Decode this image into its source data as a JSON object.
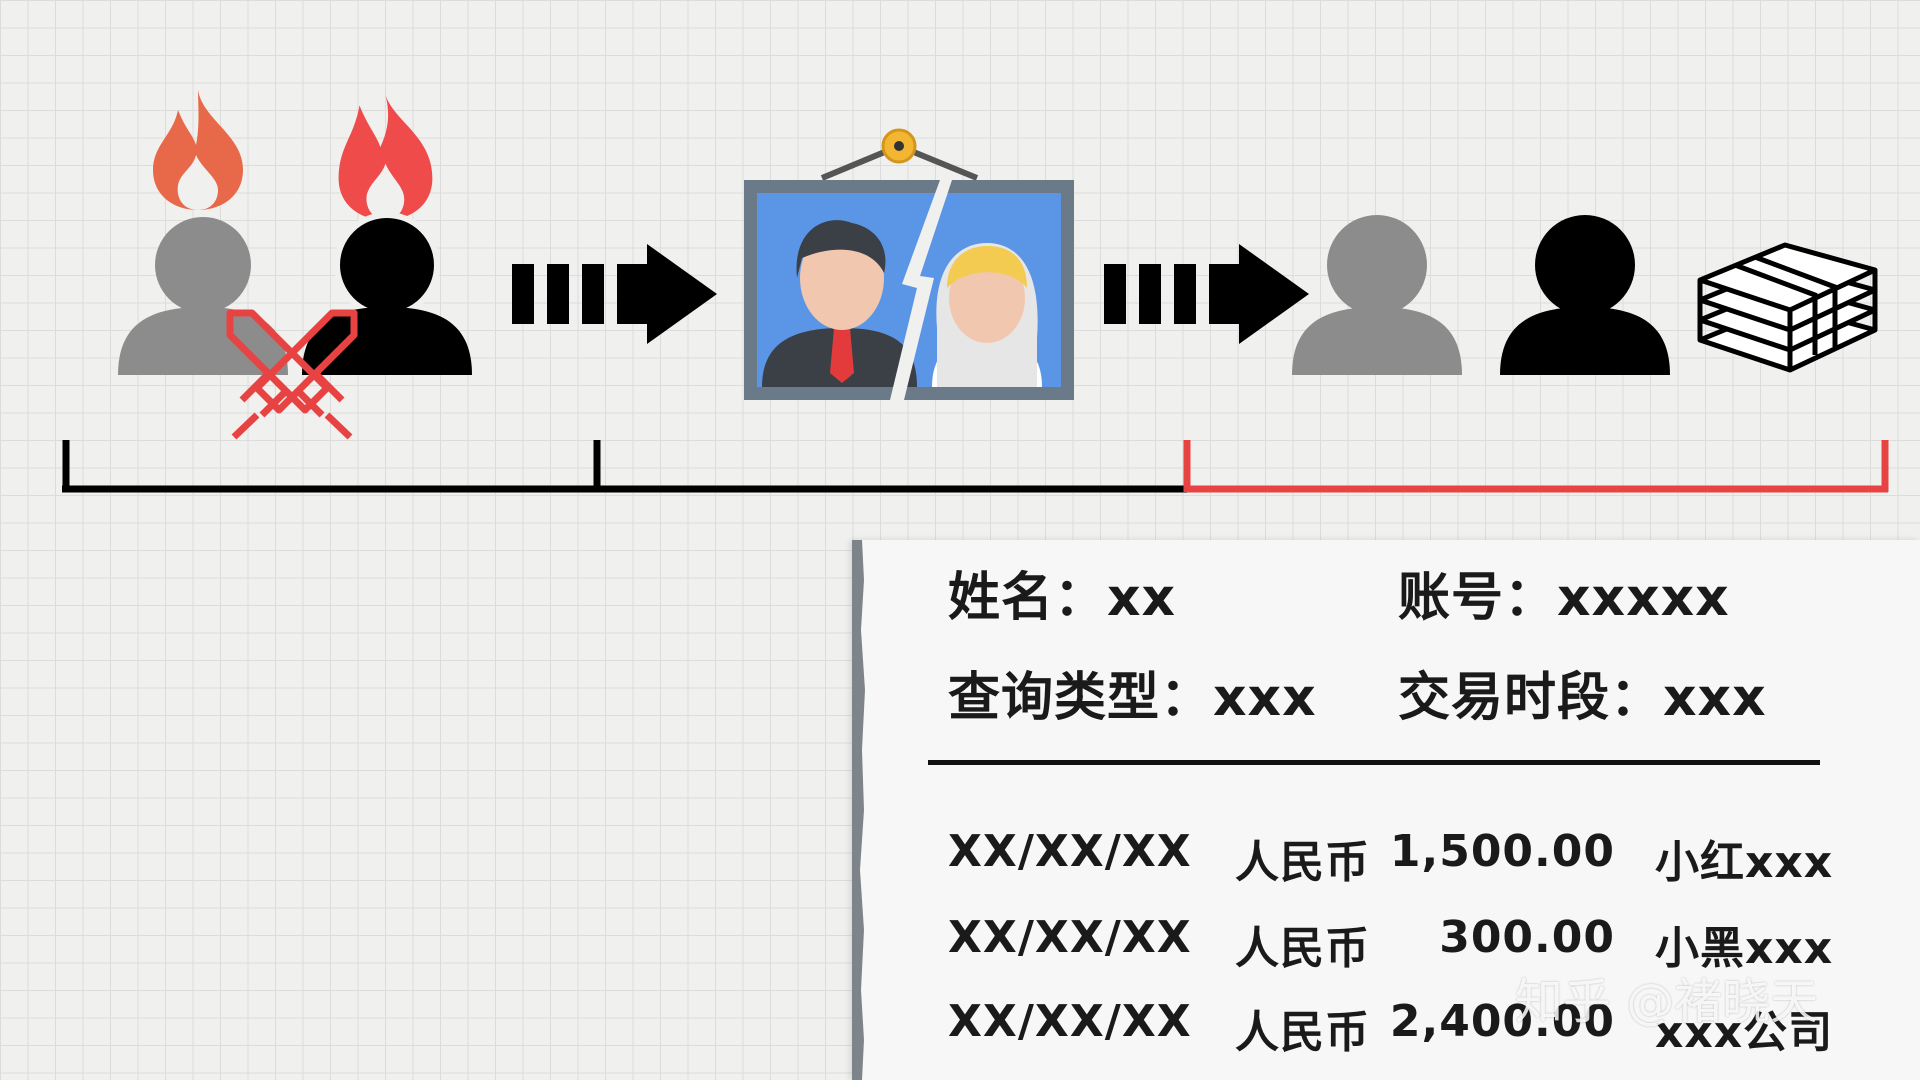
{
  "colors": {
    "accent_red": "#e84343",
    "flame_orange": "#e8694a",
    "flame_red": "#ef4b4b",
    "person_gray": "#8c8c8c",
    "person_black": "#000000",
    "frame_blue": "#5b96e6",
    "frame_border": "#6b7a88"
  },
  "icons": [
    "flame-icon",
    "person-icon",
    "crossed-swords-icon",
    "arrow-right-icon",
    "broken-wedding-photo-icon",
    "money-stack-icon"
  ],
  "info": {
    "name_label": "姓名：xx",
    "account_label": "账号：xxxxx",
    "query_type_label": "查询类型：xxx",
    "period_label": "交易时段：xxx"
  },
  "transactions": [
    {
      "date": "XX/XX/XX",
      "currency": "人民币",
      "amount": "1,500.00",
      "party": "小红xxx"
    },
    {
      "date": "XX/XX/XX",
      "currency": "人民币",
      "amount": "300.00",
      "party": "小黑xxx"
    },
    {
      "date": "XX/XX/XX",
      "currency": "人民币",
      "amount": "2,400.00",
      "party": "xxx公司"
    }
  ],
  "watermark": "知乎 @褚晓天"
}
